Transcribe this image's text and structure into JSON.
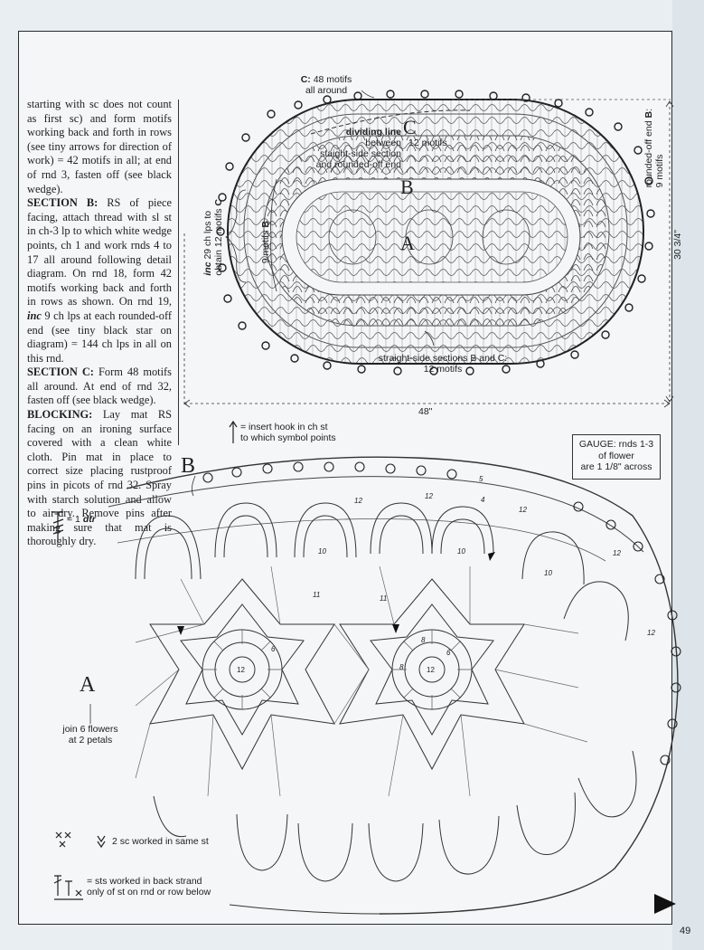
{
  "page_number": "49",
  "instructions": {
    "intro": "starting with sc does not count as first sc) and form motifs working back and forth in rows (see tiny arrows for direction of work) = 42 motifs in all; at end of rnd 3, fasten off (see black wedge).",
    "section_b_head": "SECTION B:",
    "section_b_body": " RS of piece facing, attach thread with sl st in ch-3 lp to which white wedge points, ch 1 and work rnds 4 to 17 all around following detail diagram. On rnd 18, form 42 motifs working back and forth in rows as shown. On rnd 19, ",
    "section_b_inc": "inc",
    "section_b_body2": " 9 ch lps at each rounded-off end (see tiny black star on diagram) = 144 ch lps in all on this rnd.",
    "section_c_head": "SECTION C:",
    "section_c_body": " Form 48 motifs all around. At end of rnd 32, fasten off (see black wedge).",
    "blocking_head": "BLOCKING:",
    "blocking_body": " Lay mat RS facing on an ironing surface covered with a clean white cloth. Pin mat in place to correct size placing rustproof pins in picots of rnd 32. Spray with starch solution and allow to air-dry. Remove pins after making sure that mat is thoroughly dry."
  },
  "schematic": {
    "c_label_bold": "C:",
    "c_label_rest": " 48 motifs",
    "c_label_line2": "all around",
    "dividing_bold": "dividing line",
    "dividing_rest": " between",
    "dividing_line2": "staight-side section",
    "dividing_line3": "and rounded-off end",
    "c_letter": "C",
    "c_motifs": "12 motifs",
    "b_letter": "B",
    "a_letter": "A",
    "rounded_end_1": "rounded-off end ",
    "rounded_end_b": "B",
    "rounded_end_colon": ":",
    "rounded_end_2": "9 motifs",
    "height": "30 3/4\"",
    "width": "48\"",
    "inc_bold": "inc",
    "inc_rest": " 29 ch lps to",
    "inc_line2_pre": "obtain 12 motifs ",
    "inc_line2_c": "C",
    "nine_motifs": "9 motifs ",
    "nine_motifs_b": "B",
    "straight_line1": "straight-side sections B and C:",
    "straight_line2": "12 motifs"
  },
  "legend": {
    "insert_hook_line1": "= insert hook in ch st",
    "insert_hook_line2": "to which symbol points",
    "dtr": "= 1 ",
    "dtr_bold": "dtr",
    "two_sc": "2 sc worked in same st",
    "back_strand_line1": "= sts worked in back strand",
    "back_strand_line2": "only of st on rnd or row below"
  },
  "gauge": {
    "line1": "GAUGE:  rnds 1-3",
    "line2": "of flower",
    "line3": "are 1 1/8\" across"
  },
  "detail": {
    "b_letter": "B",
    "a_letter": "A",
    "join_line1": "join 6 flowers",
    "join_line2": "at 2 petals",
    "flower_center": "12",
    "row_labels": [
      "12",
      "12",
      "12",
      "11",
      "11",
      "10",
      "10",
      "12",
      "10",
      "12",
      "8",
      "8",
      "6",
      "6",
      "4",
      "5"
    ]
  }
}
